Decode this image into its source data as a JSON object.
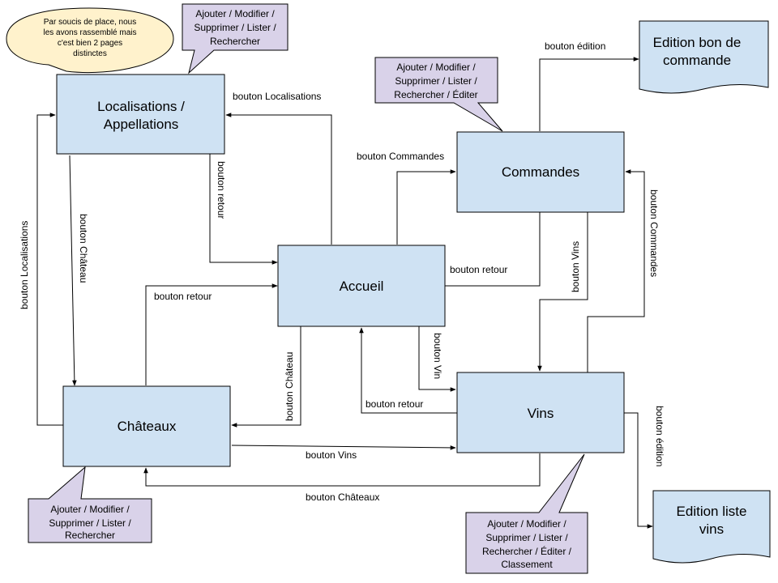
{
  "colors": {
    "node_fill": "#cfe2f3",
    "callout_fill": "#d9d2e9",
    "bubble_fill": "#fff2cc",
    "stroke": "#000000"
  },
  "nodes": {
    "localisations": {
      "line1": "Localisations /",
      "line2": "Appellations"
    },
    "accueil": {
      "label": "Accueil"
    },
    "commandes": {
      "label": "Commandes"
    },
    "chateaux": {
      "label": "Châteaux"
    },
    "vins": {
      "label": "Vins"
    },
    "edition_commande": {
      "line1": "Edition bon de",
      "line2": "commande"
    },
    "edition_vins": {
      "line1": "Edition liste",
      "line2": "vins"
    }
  },
  "callouts": {
    "localisations": [
      "Ajouter / Modifier /",
      "Supprimer / Lister /",
      "Rechercher"
    ],
    "commandes": [
      "Ajouter / Modifier /",
      "Supprimer / Lister /",
      "Rechercher / Éditer"
    ],
    "chateaux": [
      "Ajouter / Modifier /",
      "Supprimer / Lister /",
      "Rechercher"
    ],
    "vins": [
      "Ajouter / Modifier /",
      "Supprimer / Lister /",
      "Rechercher / Éditer /",
      "Classement"
    ]
  },
  "bubble": [
    "Par soucis de place, nous",
    "les avons rassemblé mais",
    "c'est bien 2 pages",
    "distinctes"
  ],
  "edges": {
    "accueil_to_localisations": "bouton Localisations",
    "localisations_to_accueil": "bouton retour",
    "localisations_to_chateaux": "bouton Château",
    "chateaux_to_localisations": "bouton Localisations",
    "chateaux_to_accueil": "bouton retour",
    "accueil_to_chateaux": "bouton Château",
    "accueil_to_commandes": "bouton Commandes",
    "commandes_to_accueil": "bouton retour",
    "commandes_to_vins": "bouton Vins",
    "vins_to_commandes": "bouton Commandes",
    "accueil_to_vins": "bouton Vin",
    "vins_to_accueil": "bouton retour",
    "chateaux_to_vins": "bouton Vins",
    "vins_to_chateaux": "bouton Châteaux",
    "commandes_to_edition": "bouton édition",
    "vins_to_edition": "bouton édition"
  }
}
